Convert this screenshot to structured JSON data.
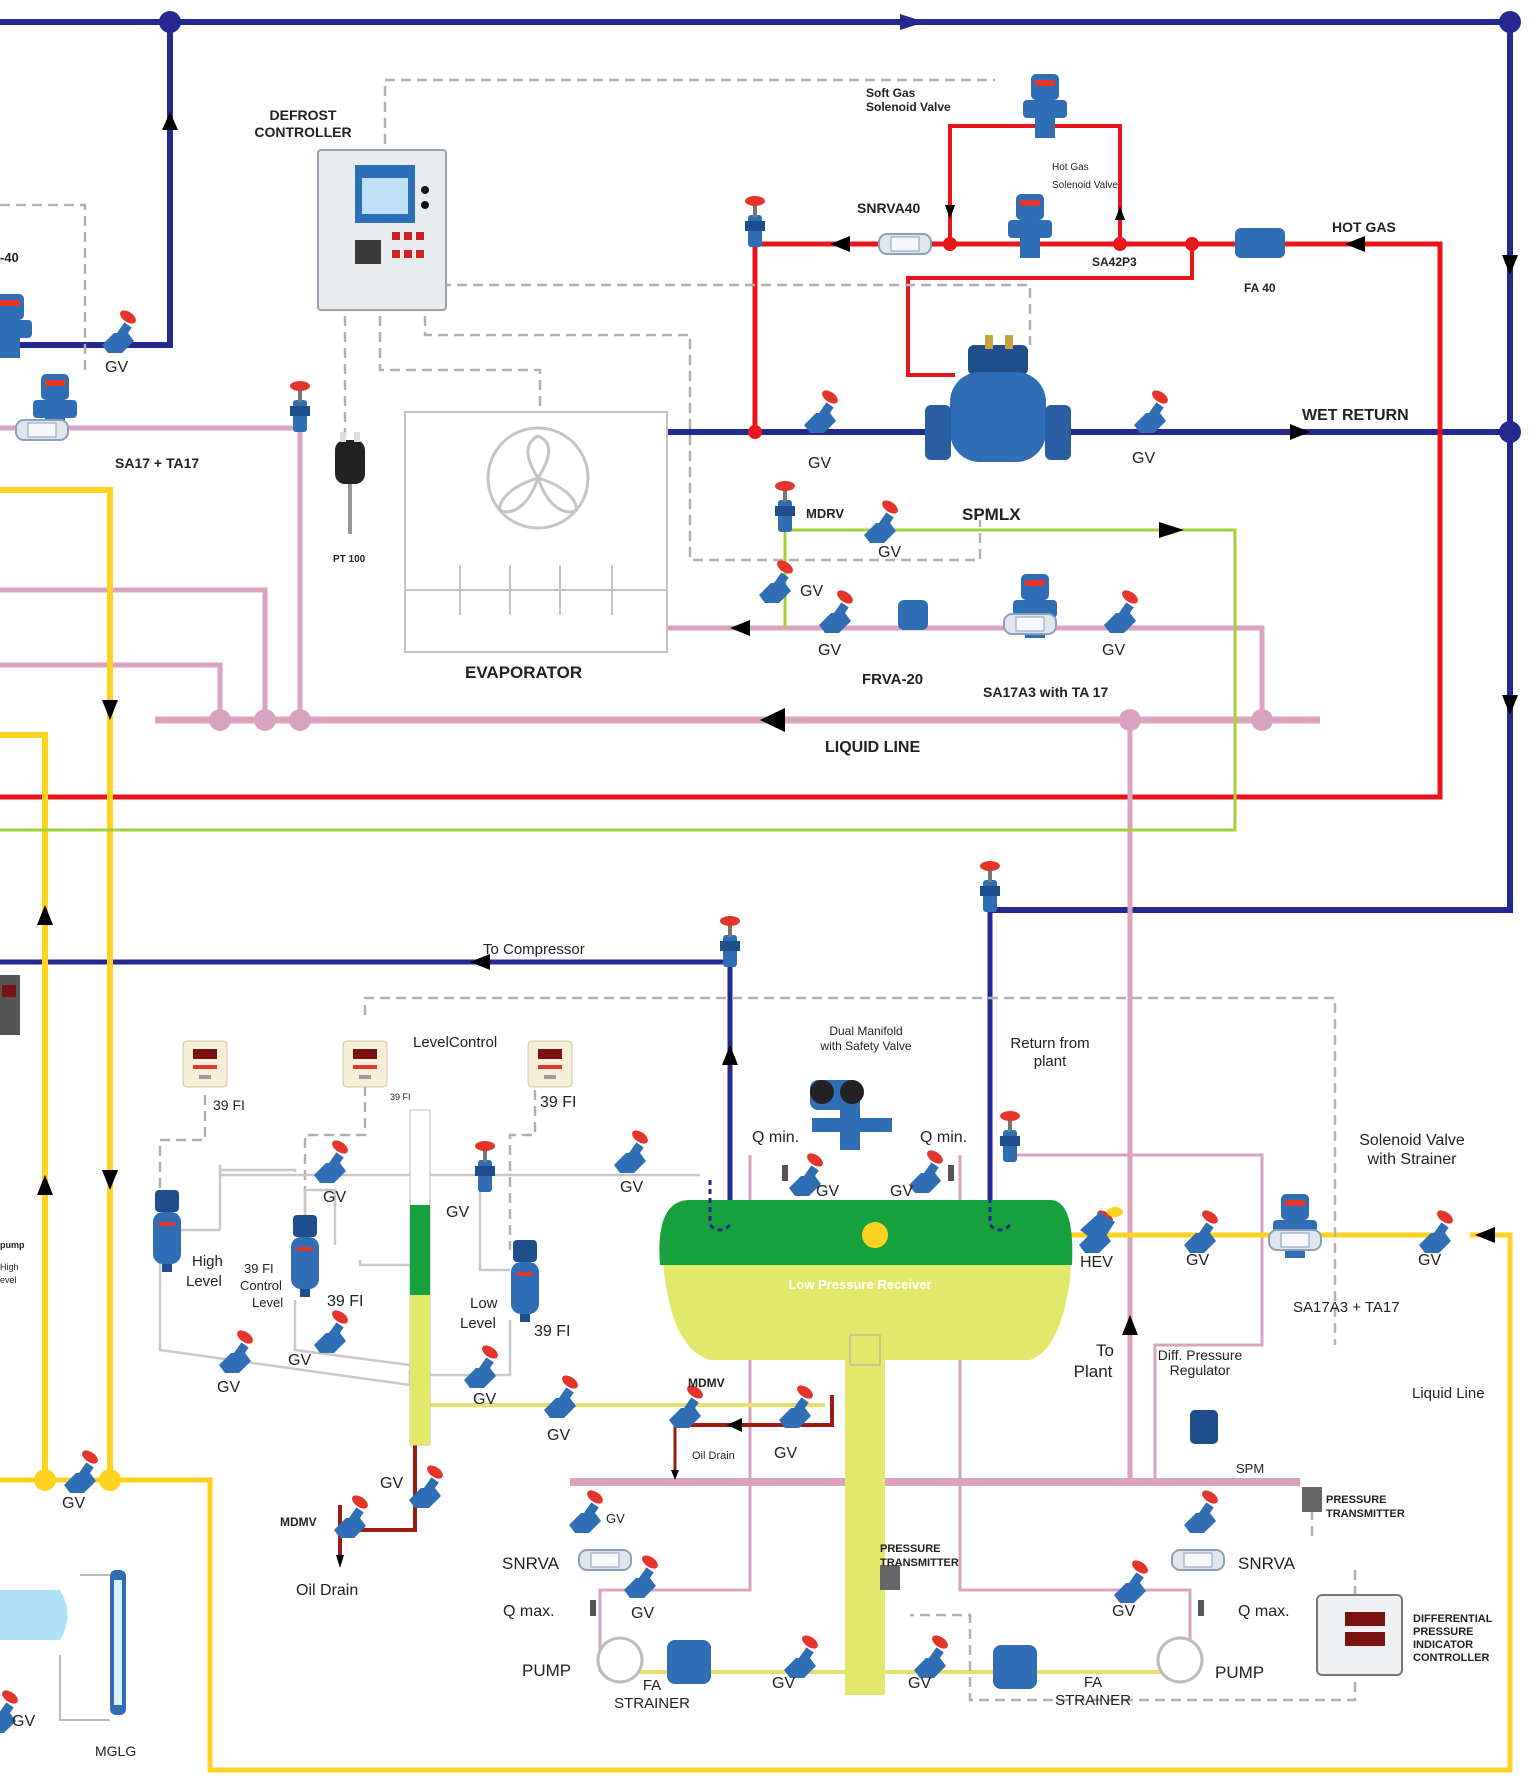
{
  "colors": {
    "suction_blue": "#25288f",
    "hot_gas_red": "#e8161b",
    "liquid_pink": "#d9a3c0",
    "oil_yellow": "#ffd21f",
    "drain_green": "#a5cf3a",
    "control_dashed": "#b0b0b0",
    "equalizer_grey": "#c8c8c8",
    "valve_blue": "#2f6db5",
    "handwheel_red": "#e5352b",
    "receiver_green": "#16a13c",
    "receiver_yellow": "#e2e86a",
    "dark_red": "#9c1b12"
  },
  "labels": {
    "defrost_controller": [
      "DEFROST",
      "CONTROLLER"
    ],
    "soft_gas_valve": [
      "Soft Gas",
      "Solenoid Valve"
    ],
    "hot_gas_valve": [
      "Hot Gas",
      "Solenoid Valve"
    ],
    "snrva40": "SNRVA40",
    "sa42p3": "SA42P3",
    "fa40": "FA 40",
    "hot_gas": "HOT GAS",
    "wet_return": "WET RETURN",
    "spmlx": "SPMLX",
    "mdrv": "MDRV",
    "evaporator": "EVAPORATOR",
    "frva20": "FRVA-20",
    "sa17a3_ta17": "SA17A3 with TA 17",
    "liquid_line_upper": "LIQUID LINE",
    "sa17_ta17": "SA17 + TA17",
    "pt100": "PT 100",
    "left_edge_label": "-40",
    "gv": "GV",
    "to_compressor": "To Compressor",
    "level_control": "LevelControl",
    "fi_39": "39 FI",
    "fi_39_small": "39 FI",
    "dual_manifold": [
      "Dual Manifold",
      "with Safety Valve"
    ],
    "return_from_plant": [
      "Return from",
      "plant"
    ],
    "q_min": "Q min.",
    "solenoid_strainer": [
      "Solenoid Valve",
      "with Strainer"
    ],
    "high_level": [
      "High",
      "Level"
    ],
    "control_level": [
      "39 FI",
      "Control",
      "Level"
    ],
    "low_level": [
      "Low",
      "Level"
    ],
    "lpr": "Low Pressure Receiver",
    "hev": "HEV",
    "sa17a3_ta17_lower": "SA17A3 + TA17",
    "to_plant": [
      "To",
      "Plant"
    ],
    "diff_pressure_regulator": [
      "Diff. Pressure",
      "Regulator"
    ],
    "liquid_line_lower": "Liquid Line",
    "mdmv": "MDMV",
    "oil_drain": "Oil Drain",
    "spm": "SPM",
    "pressure_transmitter": [
      "PRESSURE",
      "TRANSMITTER"
    ],
    "snrva": "SNRVA",
    "q_max": "Q max.",
    "pump": "PUMP",
    "fa_strainer": [
      "FA",
      "STRAINER"
    ],
    "dpic": [
      "DIFFERENTIAL",
      "PRESSURE",
      "INDICATOR",
      "CONTROLLER"
    ],
    "left_pump": [
      "pump",
      "High",
      "evel"
    ],
    "mglg": "MGLG"
  }
}
